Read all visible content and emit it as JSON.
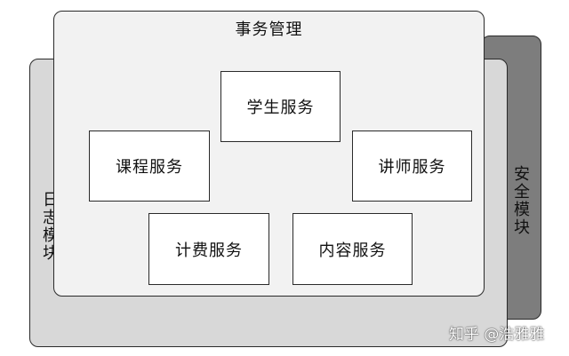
{
  "layers": {
    "security": {
      "label": "安全模块"
    },
    "log": {
      "label": "日志模块"
    },
    "affairs": {
      "title": "事务管理"
    }
  },
  "services": {
    "student": "学生服务",
    "course": "课程服务",
    "lecturer": "讲师服务",
    "billing": "计费服务",
    "content": "内容服务"
  },
  "watermark": "知乎 @浩雅雅",
  "colors": {
    "security_layer": "#7d7d7d",
    "log_layer": "#d8d8d8",
    "affairs_layer": "#f2f2f2",
    "service_box": "#ffffff",
    "border": "#2a2a2a"
  }
}
